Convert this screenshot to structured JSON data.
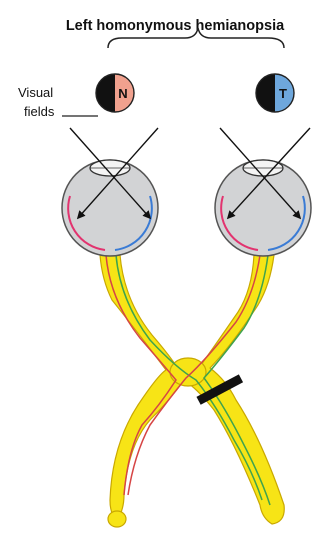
{
  "title": "Left homonymous hemianopsia",
  "visual_fields_label_line1": "Visual",
  "visual_fields_label_line2": "fields",
  "left_field_letter": "N",
  "right_field_letter": "T",
  "colors": {
    "nerve_yellow": "#f7e416",
    "nerve_outline": "#c9a800",
    "fiber_red": "#d64545",
    "fiber_green": "#3fa34d",
    "eye_fill": "#d2d3d5",
    "retina_pink": "#e2336f",
    "retina_blue": "#3a7bd5",
    "field_salmon": "#f0a18e",
    "field_blue": "#6ea7dc",
    "lesion": "#111111"
  }
}
